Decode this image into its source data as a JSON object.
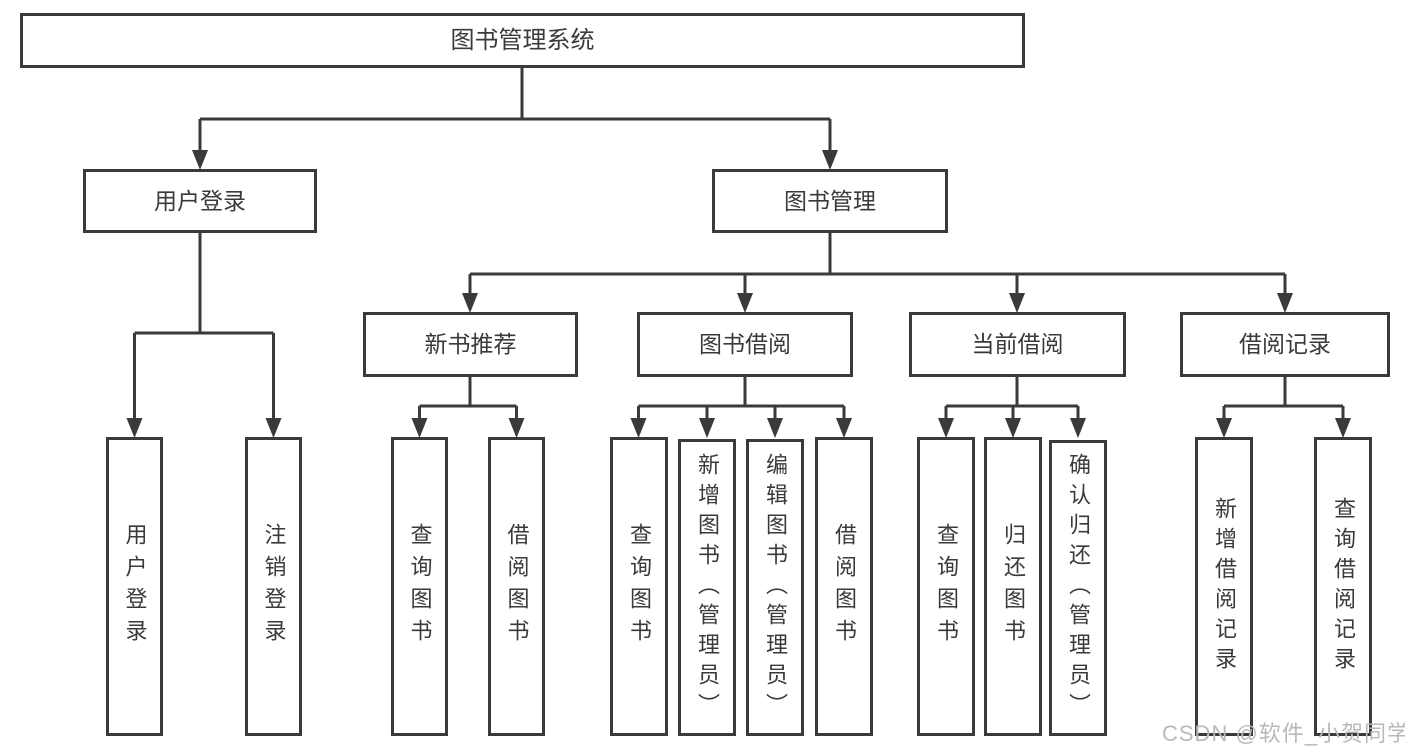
{
  "diagram": {
    "title_note": "functional structure diagram",
    "colors": {
      "line": "#3a3a3a",
      "box_border": "#3a3a3a",
      "text": "#3a3a3a",
      "background": "#ffffff",
      "watermark": "#b9b9b9"
    },
    "root": {
      "label": "图书管理系统"
    },
    "level2": [
      {
        "label": "用户登录"
      },
      {
        "label": "图书管理"
      }
    ],
    "level3": [
      {
        "label": "新书推荐",
        "parent": "图书管理"
      },
      {
        "label": "图书借阅",
        "parent": "图书管理"
      },
      {
        "label": "当前借阅",
        "parent": "图书管理"
      },
      {
        "label": "借阅记录",
        "parent": "图书管理"
      }
    ],
    "leaves": [
      {
        "label": "用户登录",
        "parent": "用户登录"
      },
      {
        "label": "注销登录",
        "parent": "用户登录"
      },
      {
        "label": "查询图书",
        "parent": "新书推荐"
      },
      {
        "label": "借阅图书",
        "parent": "新书推荐"
      },
      {
        "label": "查询图书",
        "parent": "图书借阅"
      },
      {
        "label": "新增图书（管理员）",
        "parent": "图书借阅"
      },
      {
        "label": "编辑图书（管理员）",
        "parent": "图书借阅"
      },
      {
        "label": "借阅图书",
        "parent": "图书借阅"
      },
      {
        "label": "查询图书",
        "parent": "当前借阅"
      },
      {
        "label": "归还图书",
        "parent": "当前借阅"
      },
      {
        "label": "确认归还（管理员）",
        "parent": "当前借阅"
      },
      {
        "label": "新增借阅记录",
        "parent": "借阅记录"
      },
      {
        "label": "查询借阅记录",
        "parent": "借阅记录"
      }
    ],
    "watermark": "CSDN @软件_小贺同学"
  }
}
